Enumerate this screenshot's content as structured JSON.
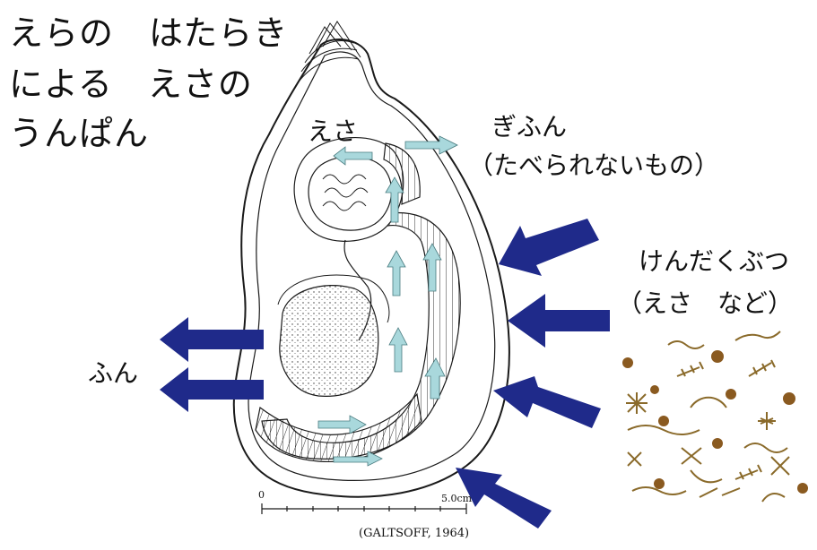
{
  "title": {
    "line1": "えらの　はたらき",
    "line2": "による　えさの",
    "line3": "うんぱん"
  },
  "labels": {
    "food": "えさ",
    "pseudofeces": "ぎふん",
    "pseudofeces_note": "（たべられないもの）",
    "suspended": "けんだくぶつ",
    "suspended_note": "（えさ　など）",
    "feces": "ふん"
  },
  "scale_bar": {
    "start": "0",
    "end": "5.0cm"
  },
  "credit": "(GALTSOFF, 1964)",
  "colors": {
    "flow_arrow": "#1f2a8a",
    "internal_arrow": "#a9d8dc",
    "line_art": "#1a1a1a",
    "plankton": "#8a6a2a"
  },
  "icons": {
    "inflow_arrows": "arrow-left-icon",
    "outflow_arrows": "arrow-left-icon",
    "plankton_image": "plankton-icon"
  }
}
